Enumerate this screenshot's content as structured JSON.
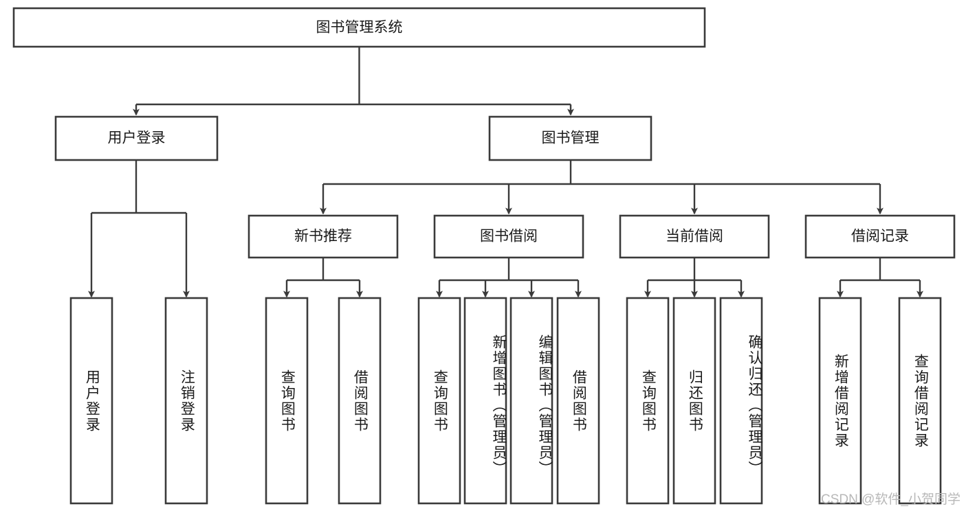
{
  "diagram": {
    "type": "tree",
    "title": "图书管理系统",
    "orientation": "top-down",
    "colors": {
      "box_stroke": "#3a3a3a",
      "box_fill": "#ffffff",
      "text": "#1a1a1a",
      "background": "#ffffff",
      "watermark": "#b8b8b8"
    },
    "root": {
      "label": "图书管理系统"
    },
    "level2": [
      {
        "label": "用户登录"
      },
      {
        "label": "图书管理"
      }
    ],
    "level3": [
      {
        "label": "新书推荐"
      },
      {
        "label": "图书借阅"
      },
      {
        "label": "当前借阅"
      },
      {
        "label": "借阅记录"
      }
    ],
    "leaves": {
      "user_login": [
        {
          "label": "用户登录"
        },
        {
          "label": "注销登录"
        }
      ],
      "new_book_recommend": [
        {
          "label": "查询图书"
        },
        {
          "label": "借阅图书"
        }
      ],
      "book_borrow": [
        {
          "label": "查询图书"
        },
        {
          "label": "新增图书（管理员）"
        },
        {
          "label": "编辑图书（管理员）"
        },
        {
          "label": "借阅图书"
        }
      ],
      "current_borrow": [
        {
          "label": "查询图书"
        },
        {
          "label": "归还图书"
        },
        {
          "label": "确认归还（管理员）"
        }
      ],
      "borrow_records": [
        {
          "label": "新增借阅记录"
        },
        {
          "label": "查询借阅记录"
        }
      ]
    },
    "watermark": "CSDN @软件_小贺同学"
  }
}
